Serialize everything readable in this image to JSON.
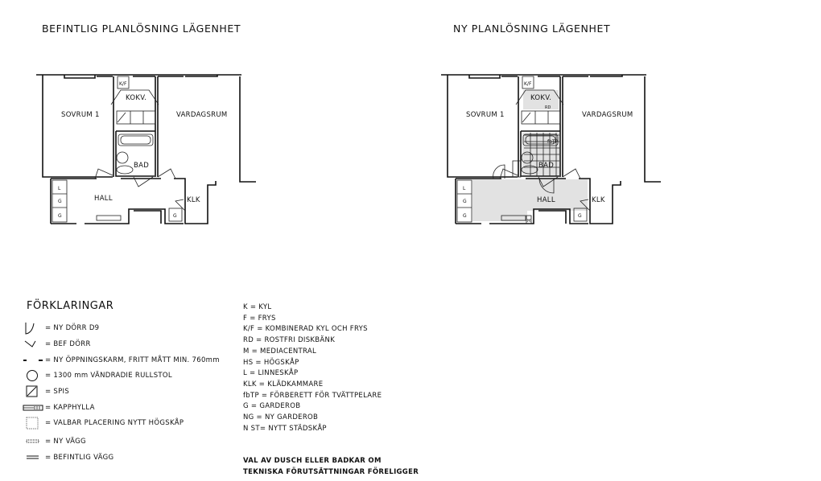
{
  "plans": [
    {
      "title": "BEFINTLIG PLANLÖSNING LÄGENHET",
      "rooms": {
        "sovrum": "SOVRUM 1",
        "kokv": "KOKV.",
        "vardagsrum": "VARDAGSRUM",
        "bad": "BAD",
        "hall": "HALL",
        "klk": "KLK"
      },
      "tags": {
        "kf": "K/F",
        "l": "L",
        "g1": "G",
        "g2": "G",
        "g3": "G"
      }
    },
    {
      "title": "NY PLANLÖSNING LÄGENHET",
      "rooms": {
        "sovrum": "SOVRUM 1",
        "kokv": "KOKV.",
        "vardagsrum": "VARDAGSRUM",
        "bad": "BAD",
        "hall": "HALL",
        "klk": "KLK"
      },
      "tags": {
        "kf": "K/F",
        "l": "L",
        "g1": "G",
        "g2": "G",
        "g3": "G",
        "rd": "RD",
        "fbtp": "fbTP",
        "m": "M"
      }
    }
  ],
  "legend": {
    "title": "FÖRKLARINGAR",
    "items": [
      {
        "icon": "new-door-icon",
        "text": "= NY DÖRR D9"
      },
      {
        "icon": "existing-door-icon",
        "text": "= BEF DÖRR"
      },
      {
        "icon": "opening-frame-icon",
        "text": "= NY ÖPPNINGSKARM, FRITT MÅTT MIN. 760mm"
      },
      {
        "icon": "turning-circle-icon",
        "text": "= 1300 mm VÄNDRADIE RULLSTOL"
      },
      {
        "icon": "stove-icon",
        "text": "= SPIS"
      },
      {
        "icon": "hat-shelf-icon",
        "text": "= KAPPHYLLA"
      },
      {
        "icon": "optional-cabinet-icon",
        "text": "= VALBAR PLACERING NYTT HÖGSKÅP"
      },
      {
        "icon": "new-wall-icon",
        "text": "= NY VÄGG"
      },
      {
        "icon": "existing-wall-icon",
        "text": "= BEFINTLIG VÄGG"
      }
    ]
  },
  "abbreviations": [
    "K = KYL",
    "F = FRYS",
    "K/F = KOMBINERAD KYL OCH FRYS",
    "RD = ROSTFRI DISKBÄNK",
    "M = MEDIACENTRAL",
    "HS = HÖGSKÅP",
    "L = LINNESKÅP",
    "KLK = KLÄDKAMMARE",
    "fbTP = FÖRBERETT FÖR TVÄTTPELARE",
    "G  = GARDEROB",
    "NG = NY GARDEROB",
    "N ST= NYTT STÄDSKÅP"
  ],
  "note": [
    "VAL AV DUSCH ELLER BADKAR OM",
    "TEKNISKA FÖRUTSÄTTNINGAR FÖRELIGGER"
  ],
  "colors": {
    "shade": "#e2e2e2"
  }
}
